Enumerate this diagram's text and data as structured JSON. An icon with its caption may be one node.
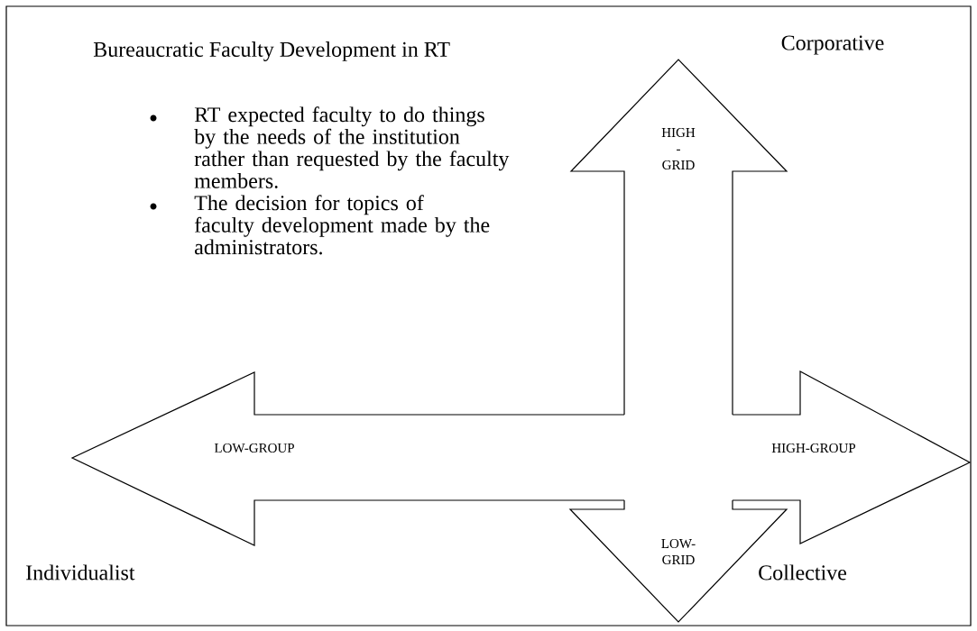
{
  "diagram": {
    "nodes": [
      {
        "text": [
          "HIGH - GRID"
        ]
      },
      {
        "text": [
          "LOW-GROUP"
        ]
      },
      {
        "text": [
          "HIGH-GROUP"
        ]
      },
      {
        "text": [
          "LOW- GRID"
        ]
      }
    ],
    "labels": [
      "Bureaucratic Faculty Development in RT",
      "RT expected faculty to do things by the needs of the institution rather than requested by the faculty members.",
      "The decision for topics of faculty development made by the administrators.",
      "Corporative",
      "Individualist",
      "Collective"
    ]
  }
}
